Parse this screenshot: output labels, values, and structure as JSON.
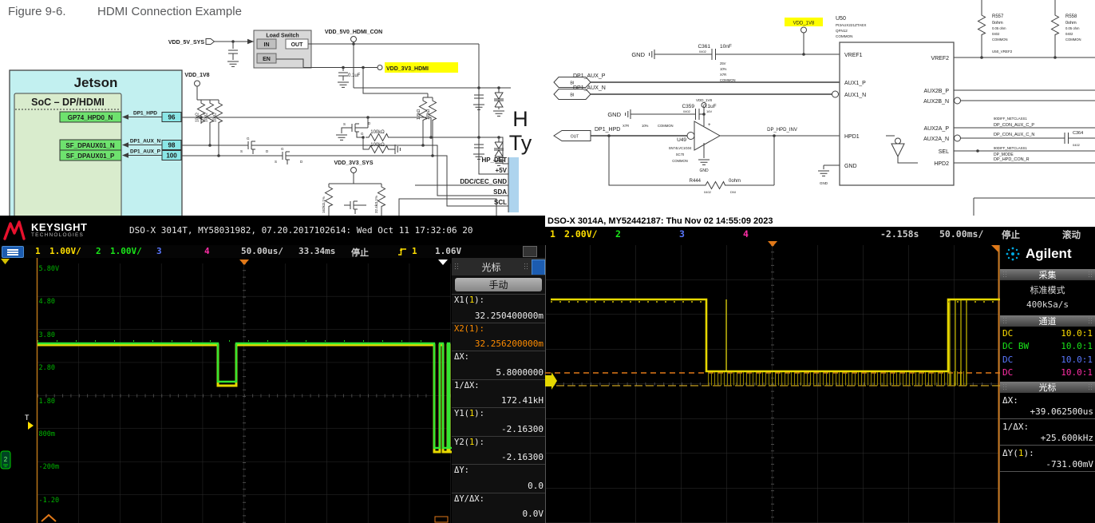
{
  "figure": {
    "label": "Figure 9-6.",
    "title": "HDMI Connection Example"
  },
  "colors": {
    "keysight_red": "#e8112d",
    "agilent_blue": "#00a9e0",
    "ch1_yellow": "#ffdf00",
    "ch2_green": "#1ae51a",
    "ch3_blue": "#5a78ff",
    "ch4_magenta": "#ff2ea6",
    "cursor_orange": "#ff8c00",
    "net_highlight": "#ffff00"
  },
  "schematic_left": {
    "power_nets": {
      "vdd_5v_sys": "VDD_5V_SYS",
      "vdd_5v0_hdmi_con": "VDD_5V0_HDMI_CON",
      "vdd_1v8": "VDD_1V8",
      "vdd_3v3_hdmi": "VDD_3V3_HDMI",
      "vdd_3v3_sys": "VDD_3V3_SYS"
    },
    "load_switch": {
      "title": "Load Switch",
      "pin_in": "IN",
      "pin_out": "OUT",
      "pin_en": "EN"
    },
    "jetson": {
      "title": "Jetson",
      "soc_title": "SoC – DP/HDMI",
      "pins": [
        {
          "name": "GP74_HPD0_N",
          "number": "96",
          "net": "DP1_HPD"
        },
        {
          "name": "SF_DPAUX01_N",
          "number": "98",
          "net": "DP1_AUX_N"
        },
        {
          "name": "SF_DPAUX01_P",
          "number": "100",
          "net": "DP1_AUX_P"
        }
      ]
    },
    "values": {
      "c01uf": "0.1uF",
      "r10k": "10kΩ",
      "r1k8": "1.8kΩ",
      "r100k": "100kΩ",
      "r162k": "162kΩ,1%",
      "r32k4": "32.4kΩ,1%"
    },
    "fet": {
      "g": "G",
      "s": "S",
      "d": "D"
    },
    "connector": {
      "big1": "H",
      "big2": "Ty",
      "pins": [
        "HP_DET",
        "+5V",
        "DDC/CEC_GND",
        "SDA",
        "SCL"
      ]
    }
  },
  "schematic_right": {
    "ports": {
      "bi": "BI",
      "out": "OUT"
    },
    "nets": {
      "dp1_aux_p": "DP1_AUX_P",
      "dp1_aux_n": "DP1_AUX_N",
      "dp1_hpd": "DP1_HPD",
      "dp_hpd_inv": "DP_HPD_INV",
      "vdd_1v8": "VDD_1V8",
      "u50_vref2": "U50_VREF2",
      "netclass": "90DIFF_NETCLASS1",
      "dp_con_aux_c_p": "DP_CON_AUX_C_P",
      "dp_con_aux_c_n": "DP_CON_AUX_C_N",
      "dp_mode": "DP_MODE",
      "dp_hpd_con_r": "DP_HPD_CON_R",
      "gnd": "GND"
    },
    "c361": {
      "ref": "C361",
      "fp": "0402",
      "value": "10nF",
      "volt": "25V",
      "tol": "10%",
      "diel": "X7R",
      "cls": "COMMON"
    },
    "c359": {
      "ref": "C359",
      "fp": "0402",
      "value": "0.1uF",
      "volt": "16V",
      "diel": "X7R",
      "tol": "10%",
      "cls": "COMMON"
    },
    "c364": {
      "ref": "C364",
      "fp": "0402"
    },
    "u49": {
      "ref": "U49",
      "part": "SN74LVC1G04",
      "pkg": "SC70",
      "cls": "COMMON",
      "plus": "+"
    },
    "u50": {
      "ref": "U50",
      "part": "PI3AUX221ZTAEX",
      "pkg": "QFN12",
      "cls": "COMMON",
      "pins_left": [
        "VREF1",
        "AUX1_P",
        "AUX1_N",
        "HPD1",
        "GND"
      ],
      "pins_right": [
        "VREF2",
        "AUX2B_P",
        "AUX2B_N",
        "AUX2A_P",
        "AUX2A_N",
        "SEL",
        "HPD2"
      ]
    },
    "r444": {
      "ref": "R444",
      "fp": "0402",
      "value": "0ohm",
      "note": "DNI"
    },
    "r557": {
      "ref": "R557",
      "value": "0ohm",
      "spec": "0.05 ohm",
      "fp": "0402",
      "cls": "COMMON"
    },
    "r558": {
      "ref": "R558",
      "value": "0ohm",
      "spec": "0.05 ohm",
      "fp": "0402",
      "cls": "COMMON"
    }
  },
  "scope_left": {
    "brand": "KEYSIGHT",
    "brand_sub": "TECHNOLOGIES",
    "title": "DSO-X 3014T, MY58031982, 07.20.2017102614: Wed Oct 11 17:32:06 20",
    "status": {
      "ch1": "1",
      "ch1_scale": "1.00V/",
      "ch2": "2",
      "ch2_scale": "1.00V/",
      "ch3": "3",
      "ch4": "4",
      "timebase": "50.00us/",
      "delay": "33.34ms",
      "run_state": "停止",
      "trig_ch": "1",
      "trig_level": "1.06V"
    },
    "graticule": {
      "y_labels": [
        "5.80V",
        "4.80",
        "3.80",
        "2.80",
        "1.80",
        "800m",
        "-200m",
        "-1.20"
      ],
      "trigger_marker": "T",
      "ch2_marker": "2"
    },
    "cursor_panel": {
      "title": "光标",
      "mode_button": "手动",
      "rows": [
        {
          "pre": "X1(",
          "ch": "1",
          "post": "):",
          "value": "32.250400000m"
        },
        {
          "pre": "X2(",
          "ch": "1",
          "post": "):",
          "value": "32.256200000m"
        },
        {
          "pre": "ΔX:",
          "ch": "",
          "post": "",
          "value": "5.8000000"
        },
        {
          "pre": "1/ΔX:",
          "ch": "",
          "post": "",
          "value": "172.41kH"
        },
        {
          "pre": "Y1(",
          "ch": "1",
          "post": "):",
          "value": "-2.16300"
        },
        {
          "pre": "Y2(",
          "ch": "1",
          "post": "):",
          "value": "-2.16300"
        },
        {
          "pre": "ΔY:",
          "ch": "",
          "post": "",
          "value": "0.0"
        },
        {
          "pre": "ΔY/ΔX:",
          "ch": "",
          "post": "",
          "value": "0.0V"
        }
      ]
    }
  },
  "scope_right": {
    "window_title": "DSO-X 3014A, MY52442187: Thu Nov 02 14:55:09 2023",
    "status": {
      "ch1": "1",
      "ch1_scale": "2.00V/",
      "ch2": "2",
      "ch3": "3",
      "ch4": "4",
      "delay": "-2.158s",
      "timebase": "50.00ms/",
      "run_state": "停止",
      "acq_mode": "滚动"
    },
    "sidebar": {
      "brand": "Agilent",
      "acquire": {
        "title": "采集",
        "mode": "标准模式",
        "sample_rate": "400kSa/s"
      },
      "channels": {
        "title": "通道",
        "rows": [
          {
            "coupling": "DC",
            "probe": "10.0:1"
          },
          {
            "coupling": "DC BW",
            "probe": "10.0:1"
          },
          {
            "coupling": "DC",
            "probe": "10.0:1"
          },
          {
            "coupling": "DC",
            "probe": "10.0:1"
          }
        ]
      },
      "cursors": {
        "title": "光标",
        "rows": [
          {
            "pre": "ΔX:",
            "ch": "",
            "post": "",
            "value": "+39.062500us"
          },
          {
            "pre": "1/ΔX:",
            "ch": "",
            "post": "",
            "value": "+25.600kHz"
          },
          {
            "pre": "ΔY(",
            "ch": "1",
            "post": "):",
            "value": "-731.00mV"
          }
        ]
      }
    }
  }
}
